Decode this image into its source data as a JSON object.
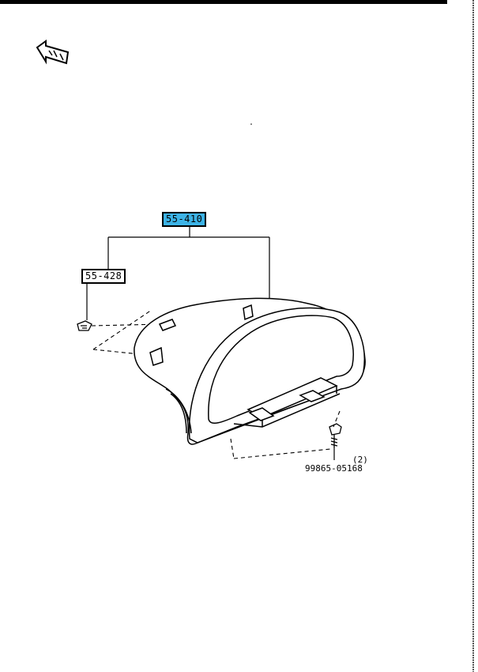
{
  "callouts": {
    "main_part": "55-410",
    "sub_part": "55-428",
    "screw_part": "99865-05168",
    "screw_qty": "(2)"
  },
  "colors": {
    "highlight": "#3cb3e6",
    "line": "#000000"
  },
  "icons": {
    "front": "front-arrow-icon"
  }
}
